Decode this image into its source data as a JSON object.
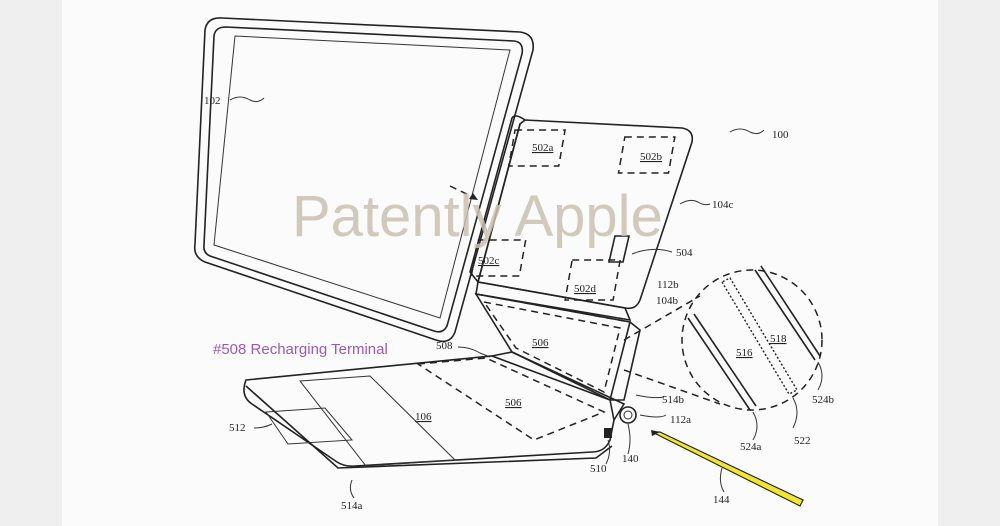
{
  "caption": "#508 Recharging Terminal",
  "watermark": "Patently Apple",
  "labels": {
    "l102": "102",
    "l100": "100",
    "l104c": "104c",
    "l502a": "502a",
    "l502b": "502b",
    "l502c": "502c",
    "l502d": "502d",
    "l504": "504",
    "l112b": "112b",
    "l104b": "104b",
    "l506a": "506",
    "l506b": "506",
    "l508": "508",
    "l106": "106",
    "l512": "512",
    "l514a": "514a",
    "l514b": "514b",
    "l112a": "112a",
    "l510": "510",
    "l140": "140",
    "l144": "144",
    "l516": "516",
    "l518": "518",
    "l522": "522",
    "l524a": "524a",
    "l524b": "524b"
  },
  "colors": {
    "stylus": "#f2e531",
    "caption": "#9b59b6"
  }
}
